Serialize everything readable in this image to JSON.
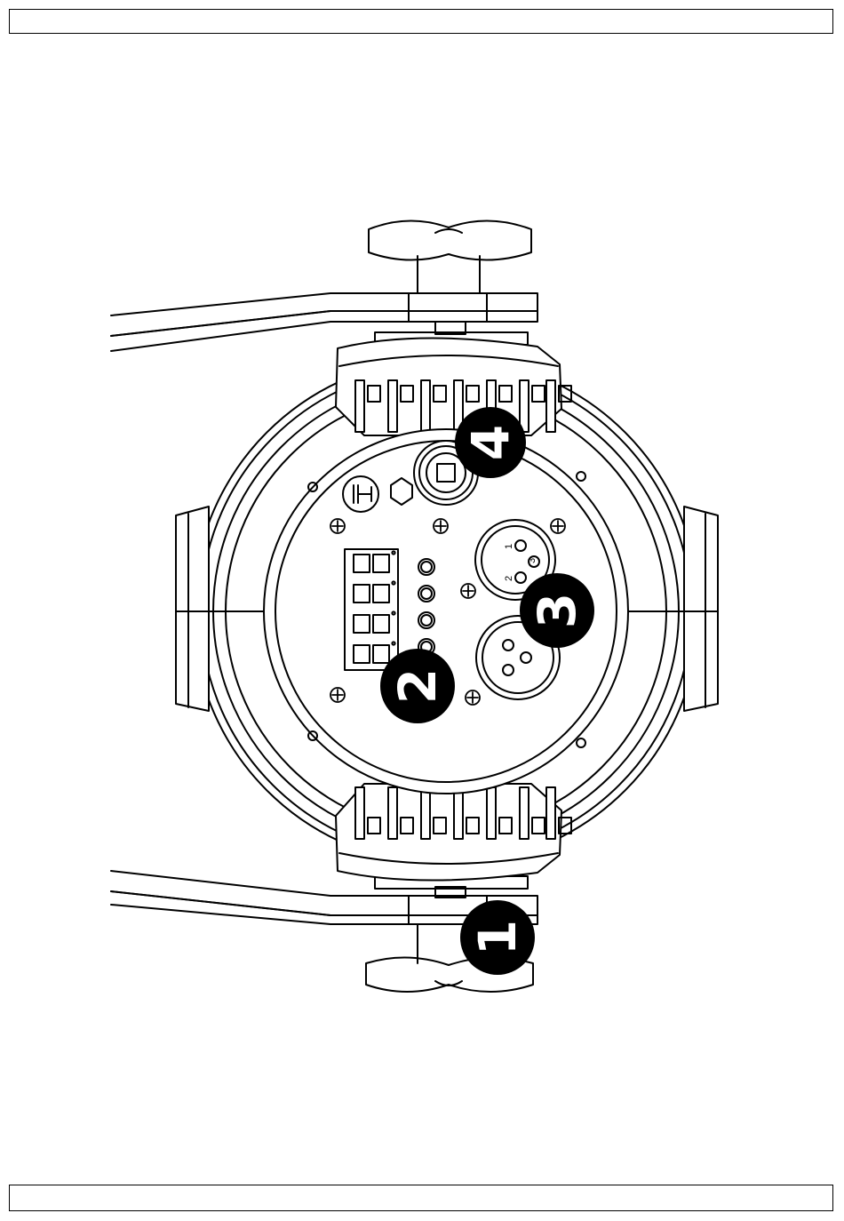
{
  "colors": {
    "line": "#000000",
    "paper": "#ffffff",
    "callout_fill": "#000000",
    "callout_text": "#ffffff"
  },
  "callouts": [
    {
      "id": "1",
      "label": "1"
    },
    {
      "id": "2",
      "label": "2"
    },
    {
      "id": "3",
      "label": "3"
    },
    {
      "id": "4",
      "label": "4"
    }
  ],
  "xlr_pin_labels": [
    "1",
    "2",
    "3"
  ],
  "icons": {
    "ground": "ground-symbol-icon",
    "cable_gland": "cable-gland-icon"
  }
}
